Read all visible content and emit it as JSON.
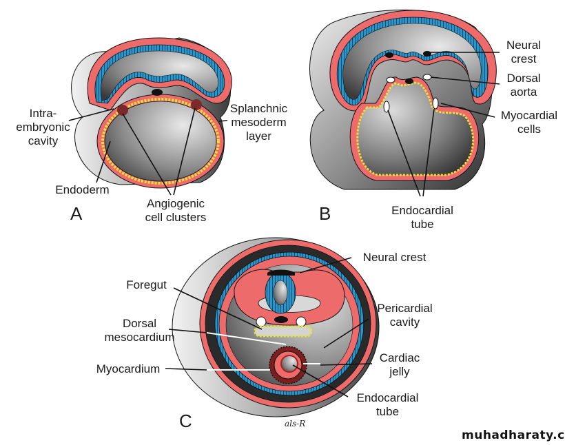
{
  "figure": {
    "colors": {
      "ectoderm": "#2b95c9",
      "mesoderm": "#ee6b6b",
      "endoderm": "#e8e23a",
      "outline": "#111111",
      "cavity_light": "#e6e6e6",
      "cavity_dark": "#4a4a4a"
    },
    "panel_a": {
      "letter": "A",
      "labels": {
        "intra_embryonic_cavity": [
          "Intra-",
          "embryonic",
          "cavity"
        ],
        "splanchnic_mesoderm": [
          "Splanchnic",
          "mesoderm",
          "layer"
        ],
        "endoderm": "Endoderm",
        "angiogenic_clusters": [
          "Angiogenic",
          "cell clusters"
        ]
      }
    },
    "panel_b": {
      "letter": "B",
      "labels": {
        "neural_crest": [
          "Neural",
          "crest"
        ],
        "dorsal_aorta": [
          "Dorsal",
          "aorta"
        ],
        "myocardial_cells": [
          "Myocardial",
          "cells"
        ],
        "endocardial_tube": [
          "Endocardial",
          "tube"
        ]
      }
    },
    "panel_c": {
      "letter": "C",
      "signature": "als-R",
      "labels": {
        "neural_crest": "Neural crest",
        "foregut": "Foregut",
        "dorsal_mesocardium": [
          "Dorsal",
          "mesocardium"
        ],
        "pericardial_cavity": [
          "Pericardial",
          "cavity"
        ],
        "myocardium": "Myocardium",
        "cardiac_jelly": [
          "Cardiac",
          "jelly"
        ],
        "endocardial_tube": [
          "Endocardial",
          "tube"
        ]
      }
    }
  },
  "watermark": "muhadharaty.com"
}
